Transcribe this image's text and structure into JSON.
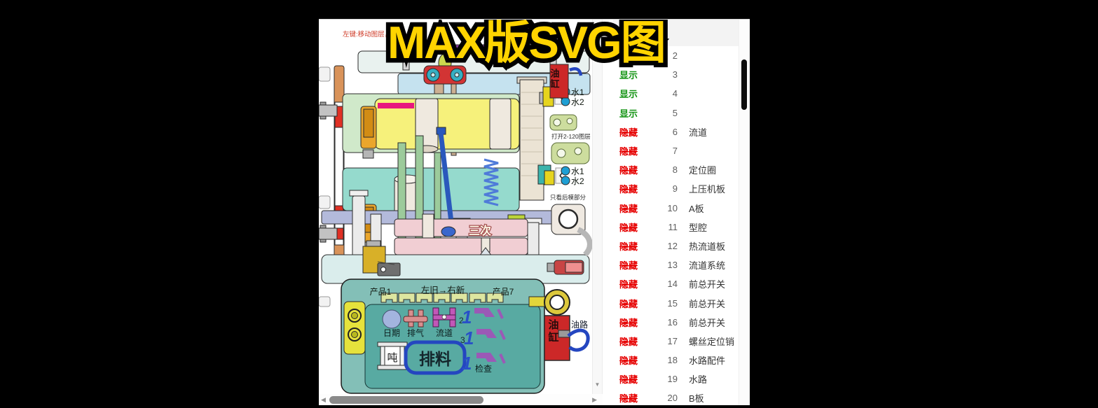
{
  "window": {
    "hint": "左键:移动图层，"
  },
  "title_overlay": {
    "text": "MAX版SVG图",
    "fill": "#ffd400",
    "outline": "#000000"
  },
  "diagram": {
    "water1": "水1",
    "water2": "水2",
    "open_layers_note": "打开2-120图层",
    "rear_view_note": "只看后模部分",
    "revision_note": "三次",
    "product_left": "产品1",
    "direction_note": "左旧→右新",
    "product_right": "产品7",
    "date_label": "日期",
    "vent_label": "排气",
    "runner_label": "流道",
    "row_num_2": "2",
    "row_num_3": "3",
    "one_glyph": "1",
    "ton_label": "吨",
    "discharge_label": "排料",
    "check_label": "检查",
    "oil_cylinder_label": "油缸",
    "oil_line_label": "油路"
  },
  "layer_panel": {
    "show_label": "显示",
    "hide_label": "隐藏",
    "rows": [
      {
        "num": "2",
        "state": "show",
        "label": ""
      },
      {
        "num": "3",
        "state": "show",
        "label": ""
      },
      {
        "num": "4",
        "state": "show",
        "label": ""
      },
      {
        "num": "5",
        "state": "show",
        "label": ""
      },
      {
        "num": "6",
        "state": "hide",
        "label": "流道"
      },
      {
        "num": "7",
        "state": "hide",
        "label": ""
      },
      {
        "num": "8",
        "state": "hide",
        "label": "定位圈"
      },
      {
        "num": "9",
        "state": "hide",
        "label": "上压机板"
      },
      {
        "num": "10",
        "state": "hide",
        "label": "A板"
      },
      {
        "num": "11",
        "state": "hide",
        "label": "型腔"
      },
      {
        "num": "12",
        "state": "hide",
        "label": "热流道板"
      },
      {
        "num": "13",
        "state": "hide",
        "label": "流道系统"
      },
      {
        "num": "14",
        "state": "hide",
        "label": "前总开关"
      },
      {
        "num": "15",
        "state": "hide",
        "label": "前总开关"
      },
      {
        "num": "16",
        "state": "hide",
        "label": "前总开关"
      },
      {
        "num": "17",
        "state": "hide",
        "label": "螺丝定位销"
      },
      {
        "num": "18",
        "state": "hide",
        "label": "水路配件"
      },
      {
        "num": "19",
        "state": "hide",
        "label": "水路"
      },
      {
        "num": "20",
        "state": "hide",
        "label": "B板"
      }
    ]
  },
  "colors": {
    "show_green": "#149414",
    "hide_red": "#e60000",
    "panel_teal": "#83bfb7",
    "oil_red": "#cc2828"
  }
}
